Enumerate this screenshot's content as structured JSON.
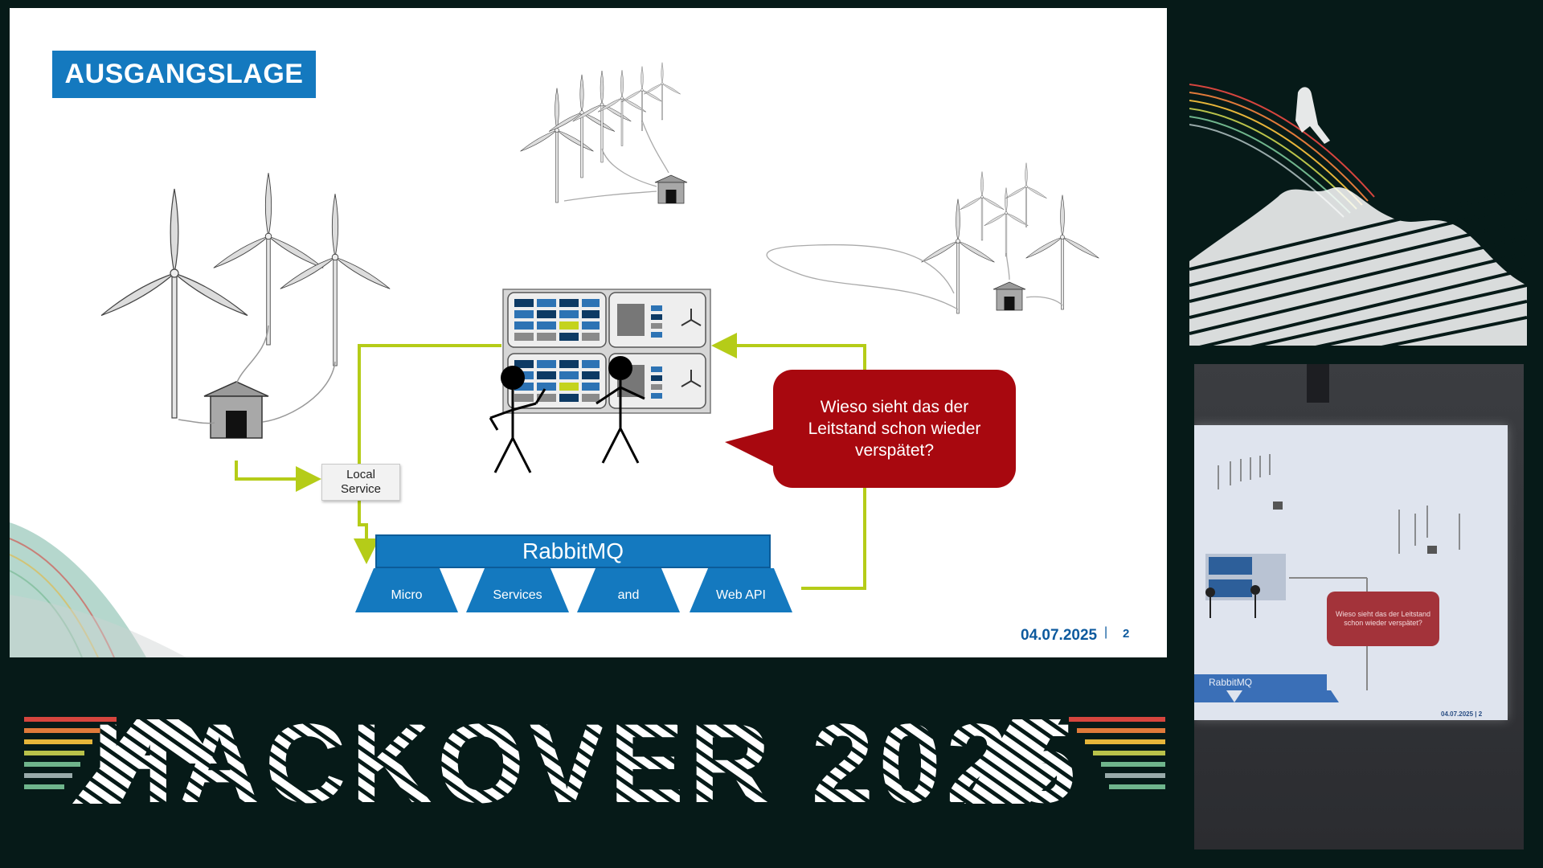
{
  "slide": {
    "title": "AUSGANGSLAGE",
    "local_service_line1": "Local",
    "local_service_line2": "Service",
    "broker_label": "RabbitMQ",
    "segments": [
      "Micro",
      "Services",
      "and",
      "Web API"
    ],
    "speech_bubble": "Wieso sieht das der Leitstand schon wieder verspätet?",
    "date": "04.07.2025",
    "separator": "|",
    "page_number": "2"
  },
  "camera_view": {
    "broker_label": "RabbitMQ",
    "speech_bubble": "Wieso sieht das der Leitstand schon wieder verspätet?",
    "date": "04.07.2025 | 2"
  },
  "banner": {
    "text": "HACKOVER 2025"
  },
  "colors": {
    "background": "#061a18",
    "slide_blue": "#1479bf",
    "bubble_red": "#a8080f",
    "arrow_green": "#b5cc18",
    "banner_white": "#ffffff"
  }
}
